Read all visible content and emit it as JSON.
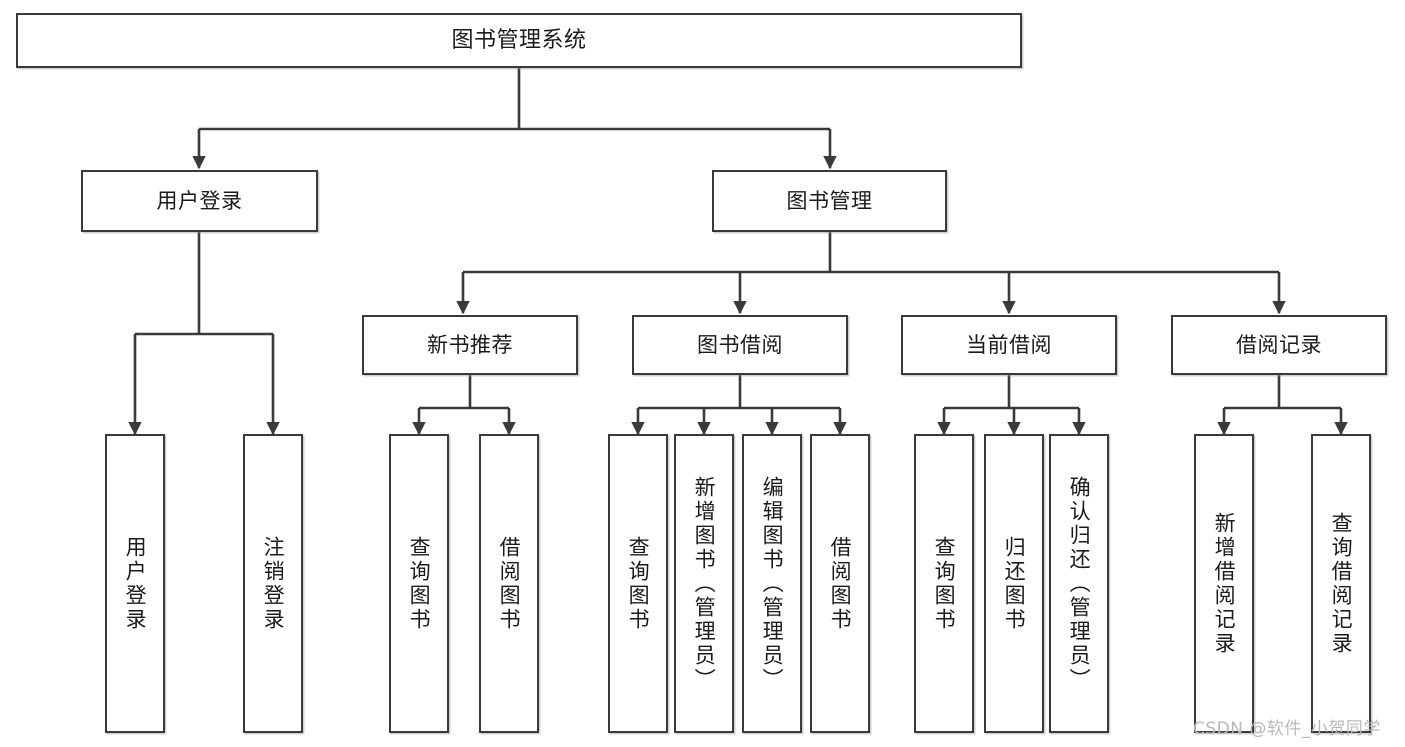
{
  "diagram": {
    "title": "图书管理系统",
    "watermark": "CSDN @软件_小贺同学",
    "stroke_color": "#3a3a3a",
    "text_color": "#1b1b1b",
    "background_color": "#ffffff",
    "nodes": {
      "root": {
        "label": "图书管理系统"
      },
      "level2": [
        {
          "id": "user-login",
          "label": "用户登录"
        },
        {
          "id": "book-manage",
          "label": "图书管理"
        }
      ],
      "level3": [
        {
          "id": "new-book-recommend",
          "label": "新书推荐"
        },
        {
          "id": "book-borrow",
          "label": "图书借阅"
        },
        {
          "id": "current-borrow",
          "label": "当前借阅"
        },
        {
          "id": "borrow-record",
          "label": "借阅记录"
        }
      ],
      "leaves": {
        "user_login": [
          {
            "id": "leaf-user-login",
            "label": "用户登录"
          },
          {
            "id": "leaf-logout-login",
            "label": "注销登录"
          }
        ],
        "new_book_recommend": [
          {
            "id": "leaf-query-book-1",
            "label": "查询图书"
          },
          {
            "id": "leaf-borrow-book-1",
            "label": "借阅图书"
          }
        ],
        "book_borrow": [
          {
            "id": "leaf-query-book-2",
            "label": "查询图书"
          },
          {
            "id": "leaf-add-book-admin",
            "label": "新增图书（管理员）"
          },
          {
            "id": "leaf-edit-book-admin",
            "label": "编辑图书（管理员）"
          },
          {
            "id": "leaf-borrow-book-2",
            "label": "借阅图书"
          }
        ],
        "current_borrow": [
          {
            "id": "leaf-query-book-3",
            "label": "查询图书"
          },
          {
            "id": "leaf-return-book",
            "label": "归还图书"
          },
          {
            "id": "leaf-confirm-return-admin",
            "label": "确认归还（管理员）"
          }
        ],
        "borrow_record": [
          {
            "id": "leaf-add-borrow-record",
            "label": "新增借阅记录"
          },
          {
            "id": "leaf-query-borrow-record",
            "label": "查询借阅记录"
          }
        ]
      }
    }
  }
}
